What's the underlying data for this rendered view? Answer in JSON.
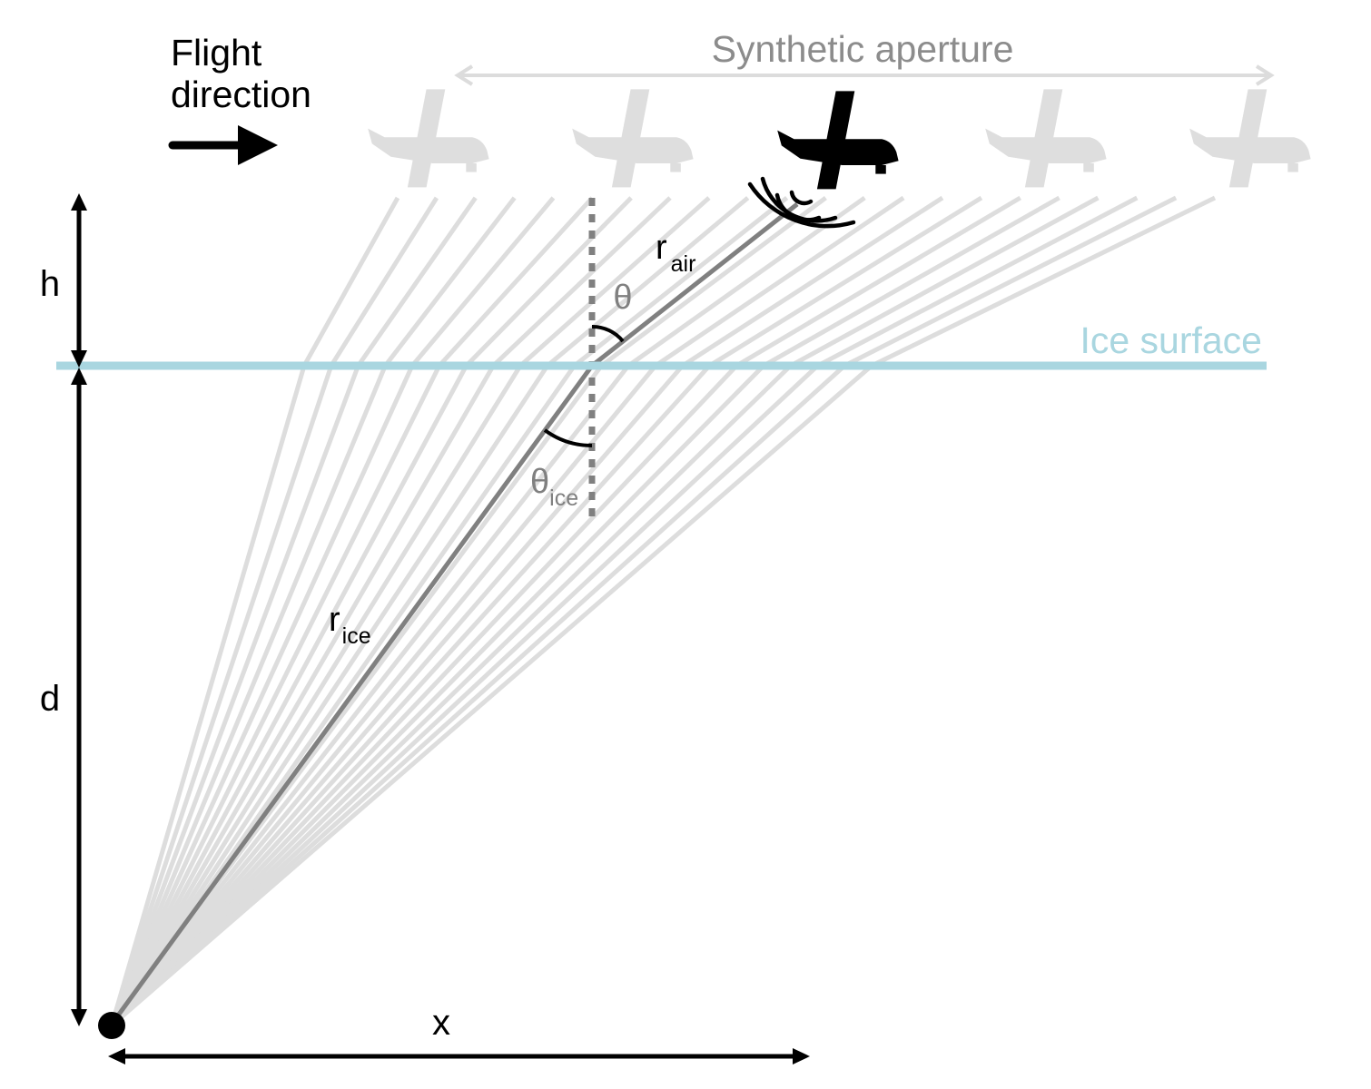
{
  "labels": {
    "flight_direction_line1": "Flight",
    "flight_direction_line2": "direction",
    "synthetic_aperture": "Synthetic aperture",
    "ice_surface": "Ice surface",
    "h": "h",
    "d": "d",
    "x": "x",
    "theta": "θ",
    "theta_ice_symbol": "θ",
    "theta_ice_sub": "ice",
    "r_air_symbol": "r",
    "r_air_sub": "air",
    "r_ice_symbol": "r",
    "r_ice_sub": "ice"
  },
  "colors": {
    "black": "#000000",
    "ray_light": "#dddddd",
    "ray_active": "#808080",
    "ice_surface": "#a9d6e0",
    "ice_label": "#a9d6e0",
    "aperture_gray": "#8c8c8c",
    "ghost_plane": "#dedede",
    "normal_dots": "#808080"
  },
  "icons": {
    "flight_arrow": "right-arrow-icon",
    "active_plane": "airplane-icon",
    "ghost_planes": "airplane-icon",
    "radar_waves": "radar-wave-icon",
    "target": "point-target-icon"
  }
}
